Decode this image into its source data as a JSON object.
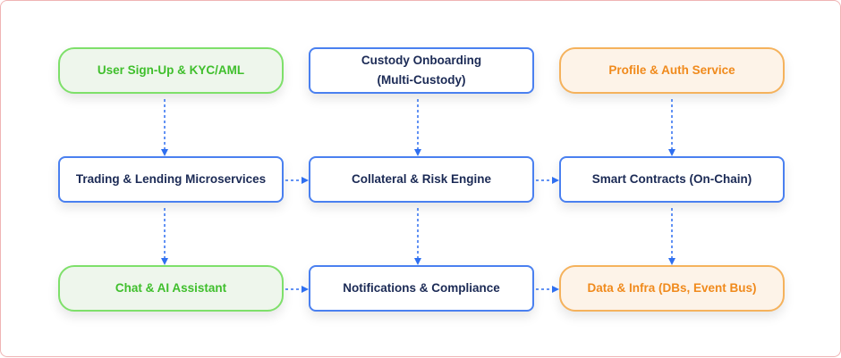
{
  "nodes": {
    "user_signup": "User Sign-Up & KYC/AML",
    "custody_onboarding": "Custody Onboarding\n(Multi-Custody)",
    "profile_auth": "Profile & Auth Service",
    "trading_lending": "Trading & Lending Microservices",
    "collateral_risk": "Collateral & Risk Engine",
    "smart_contracts": "Smart Contracts (On-Chain)",
    "chat_ai": "Chat & AI Assistant",
    "notifications": "Notifications & Compliance",
    "data_infra": "Data & Infra (DBs, Event Bus)"
  },
  "colors": {
    "blue": "#4a80f0",
    "green": "#7ee06a",
    "orange": "#f5b25c",
    "arrow": "#2f6ff0"
  }
}
